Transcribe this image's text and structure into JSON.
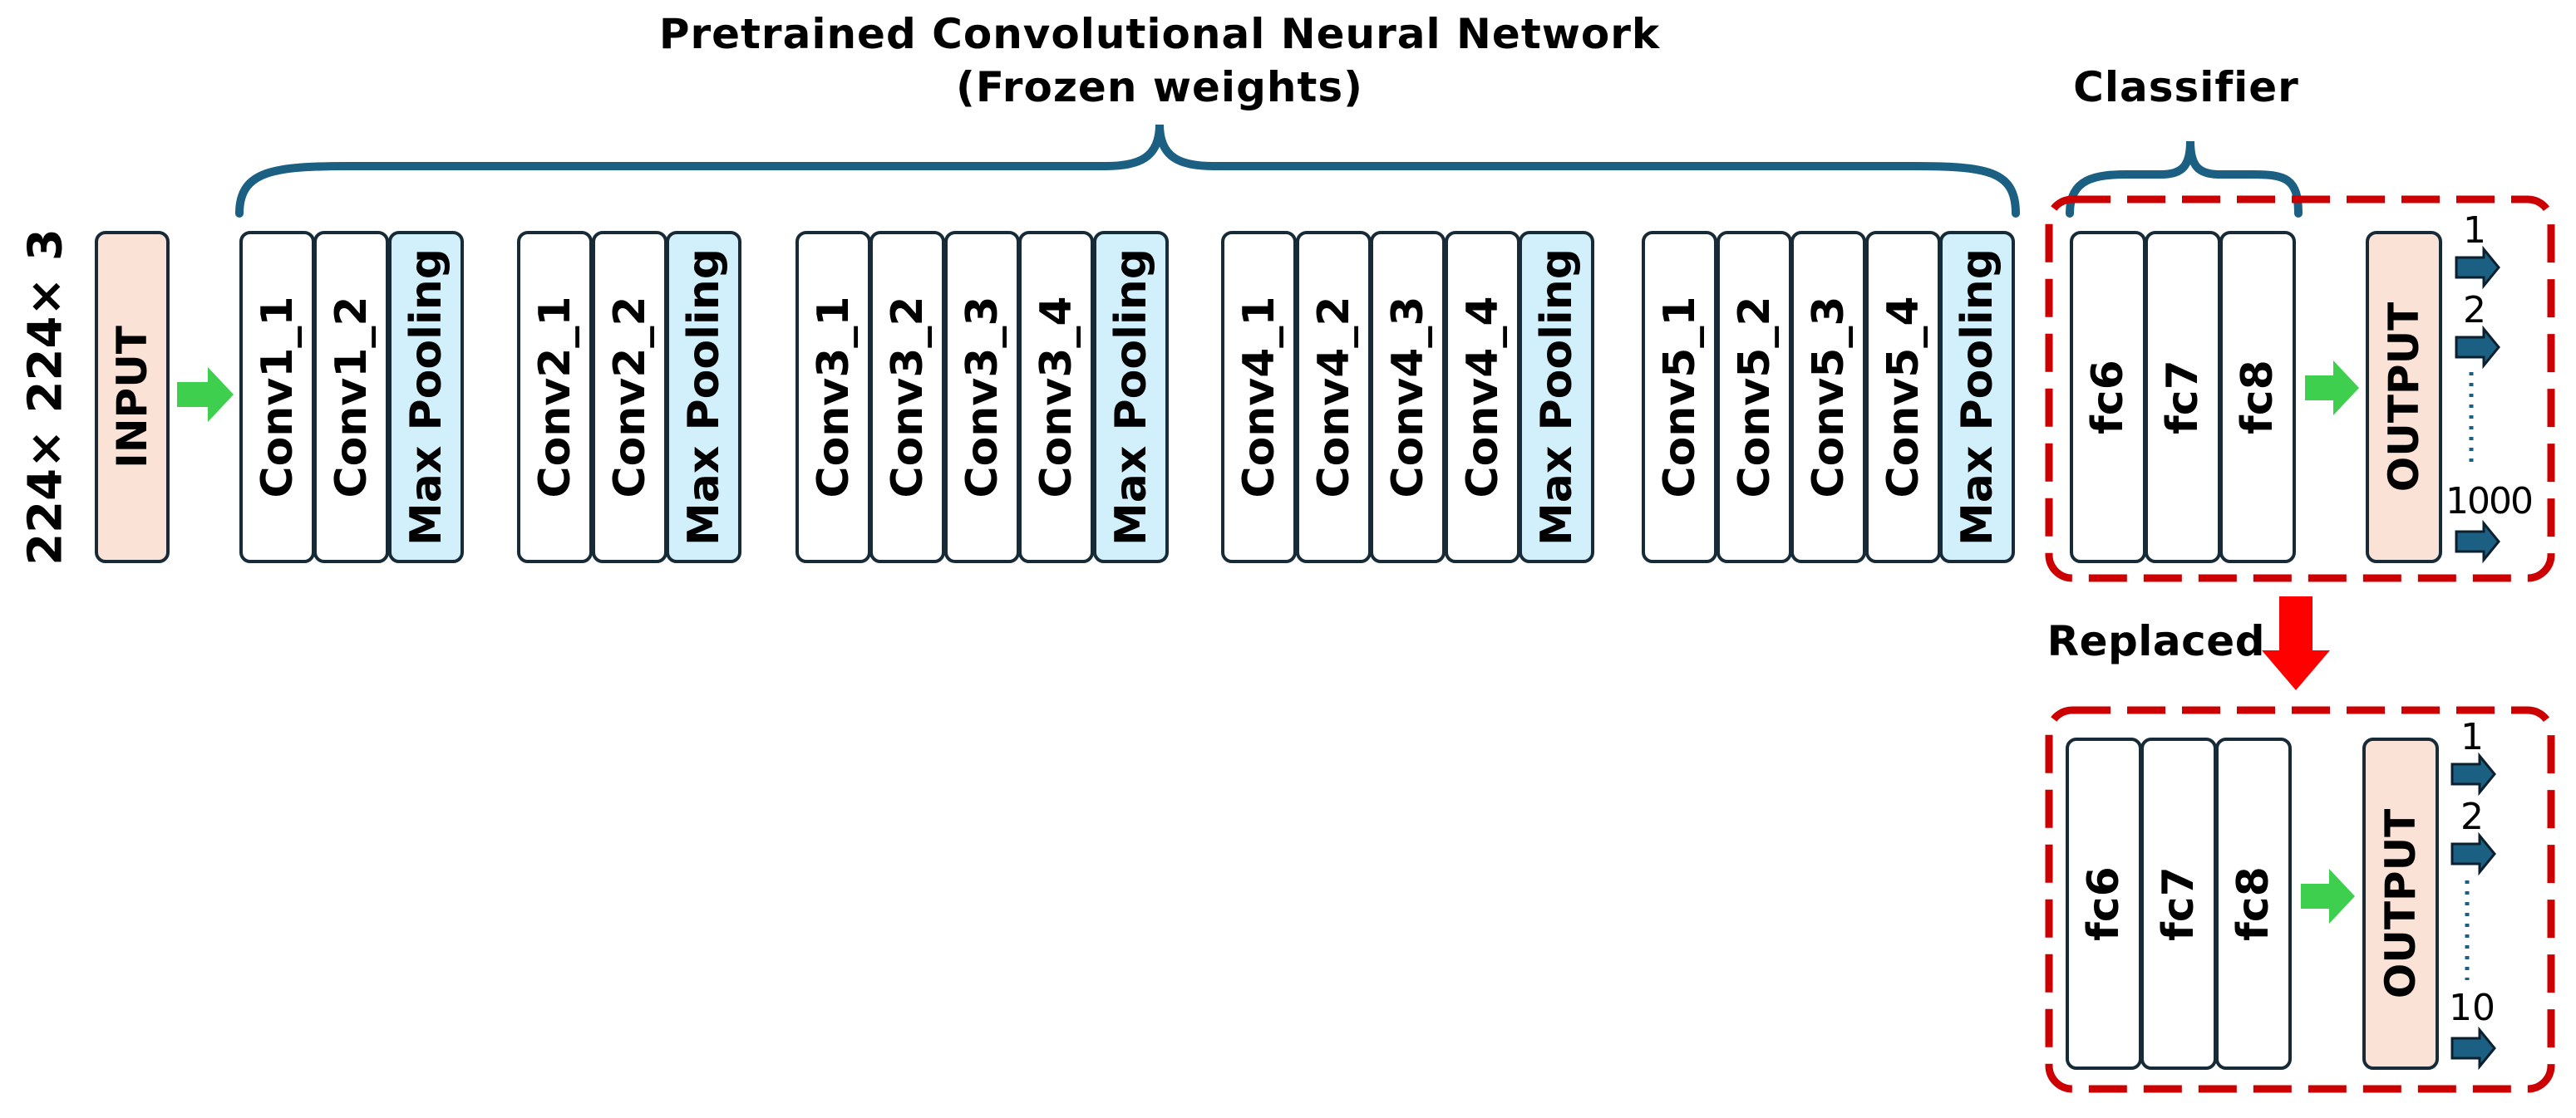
{
  "title": {
    "line1": "Pretrained Convolutional Neural Network",
    "line2": "(Frozen weights)"
  },
  "classifier_label": "Classifier",
  "replaced_label": "Replaced",
  "input_dims": "224× 224× 3",
  "input_label": "INPUT",
  "conv_blocks": [
    {
      "layers": [
        "Conv1_1",
        "Conv1_2"
      ],
      "pool": "Max Pooling"
    },
    {
      "layers": [
        "Conv2_1",
        "Conv2_2"
      ],
      "pool": "Max Pooling"
    },
    {
      "layers": [
        "Conv3_1",
        "Conv3_2",
        "Conv3_3",
        "Conv3_4"
      ],
      "pool": "Max Pooling"
    },
    {
      "layers": [
        "Conv4_1",
        "Conv4_2",
        "Conv4_3",
        "Conv4_4"
      ],
      "pool": "Max Pooling"
    },
    {
      "layers": [
        "Conv5_1",
        "Conv5_2",
        "Conv5_3",
        "Conv5_4"
      ],
      "pool": "Max Pooling"
    }
  ],
  "original_classifier": {
    "layers": [
      "fc6",
      "fc7",
      "fc8"
    ],
    "output_label": "OUTPUT",
    "classes": [
      "1",
      "2",
      "1000"
    ]
  },
  "new_classifier": {
    "layers": [
      "fc6",
      "fc7",
      "fc8"
    ],
    "output_label": "OUTPUT",
    "classes": [
      "1",
      "2",
      "10"
    ]
  },
  "colors": {
    "block_border": "#172a38",
    "pool_fill": "#d2f0fb",
    "io_fill": "#fbe2d6",
    "brace": "#1b5f82",
    "green_arrow": "#3ecf4f",
    "dashed_box": "#cc0000",
    "replace_arrow": "#ff0000",
    "class_arrow": "#1b5f82"
  }
}
